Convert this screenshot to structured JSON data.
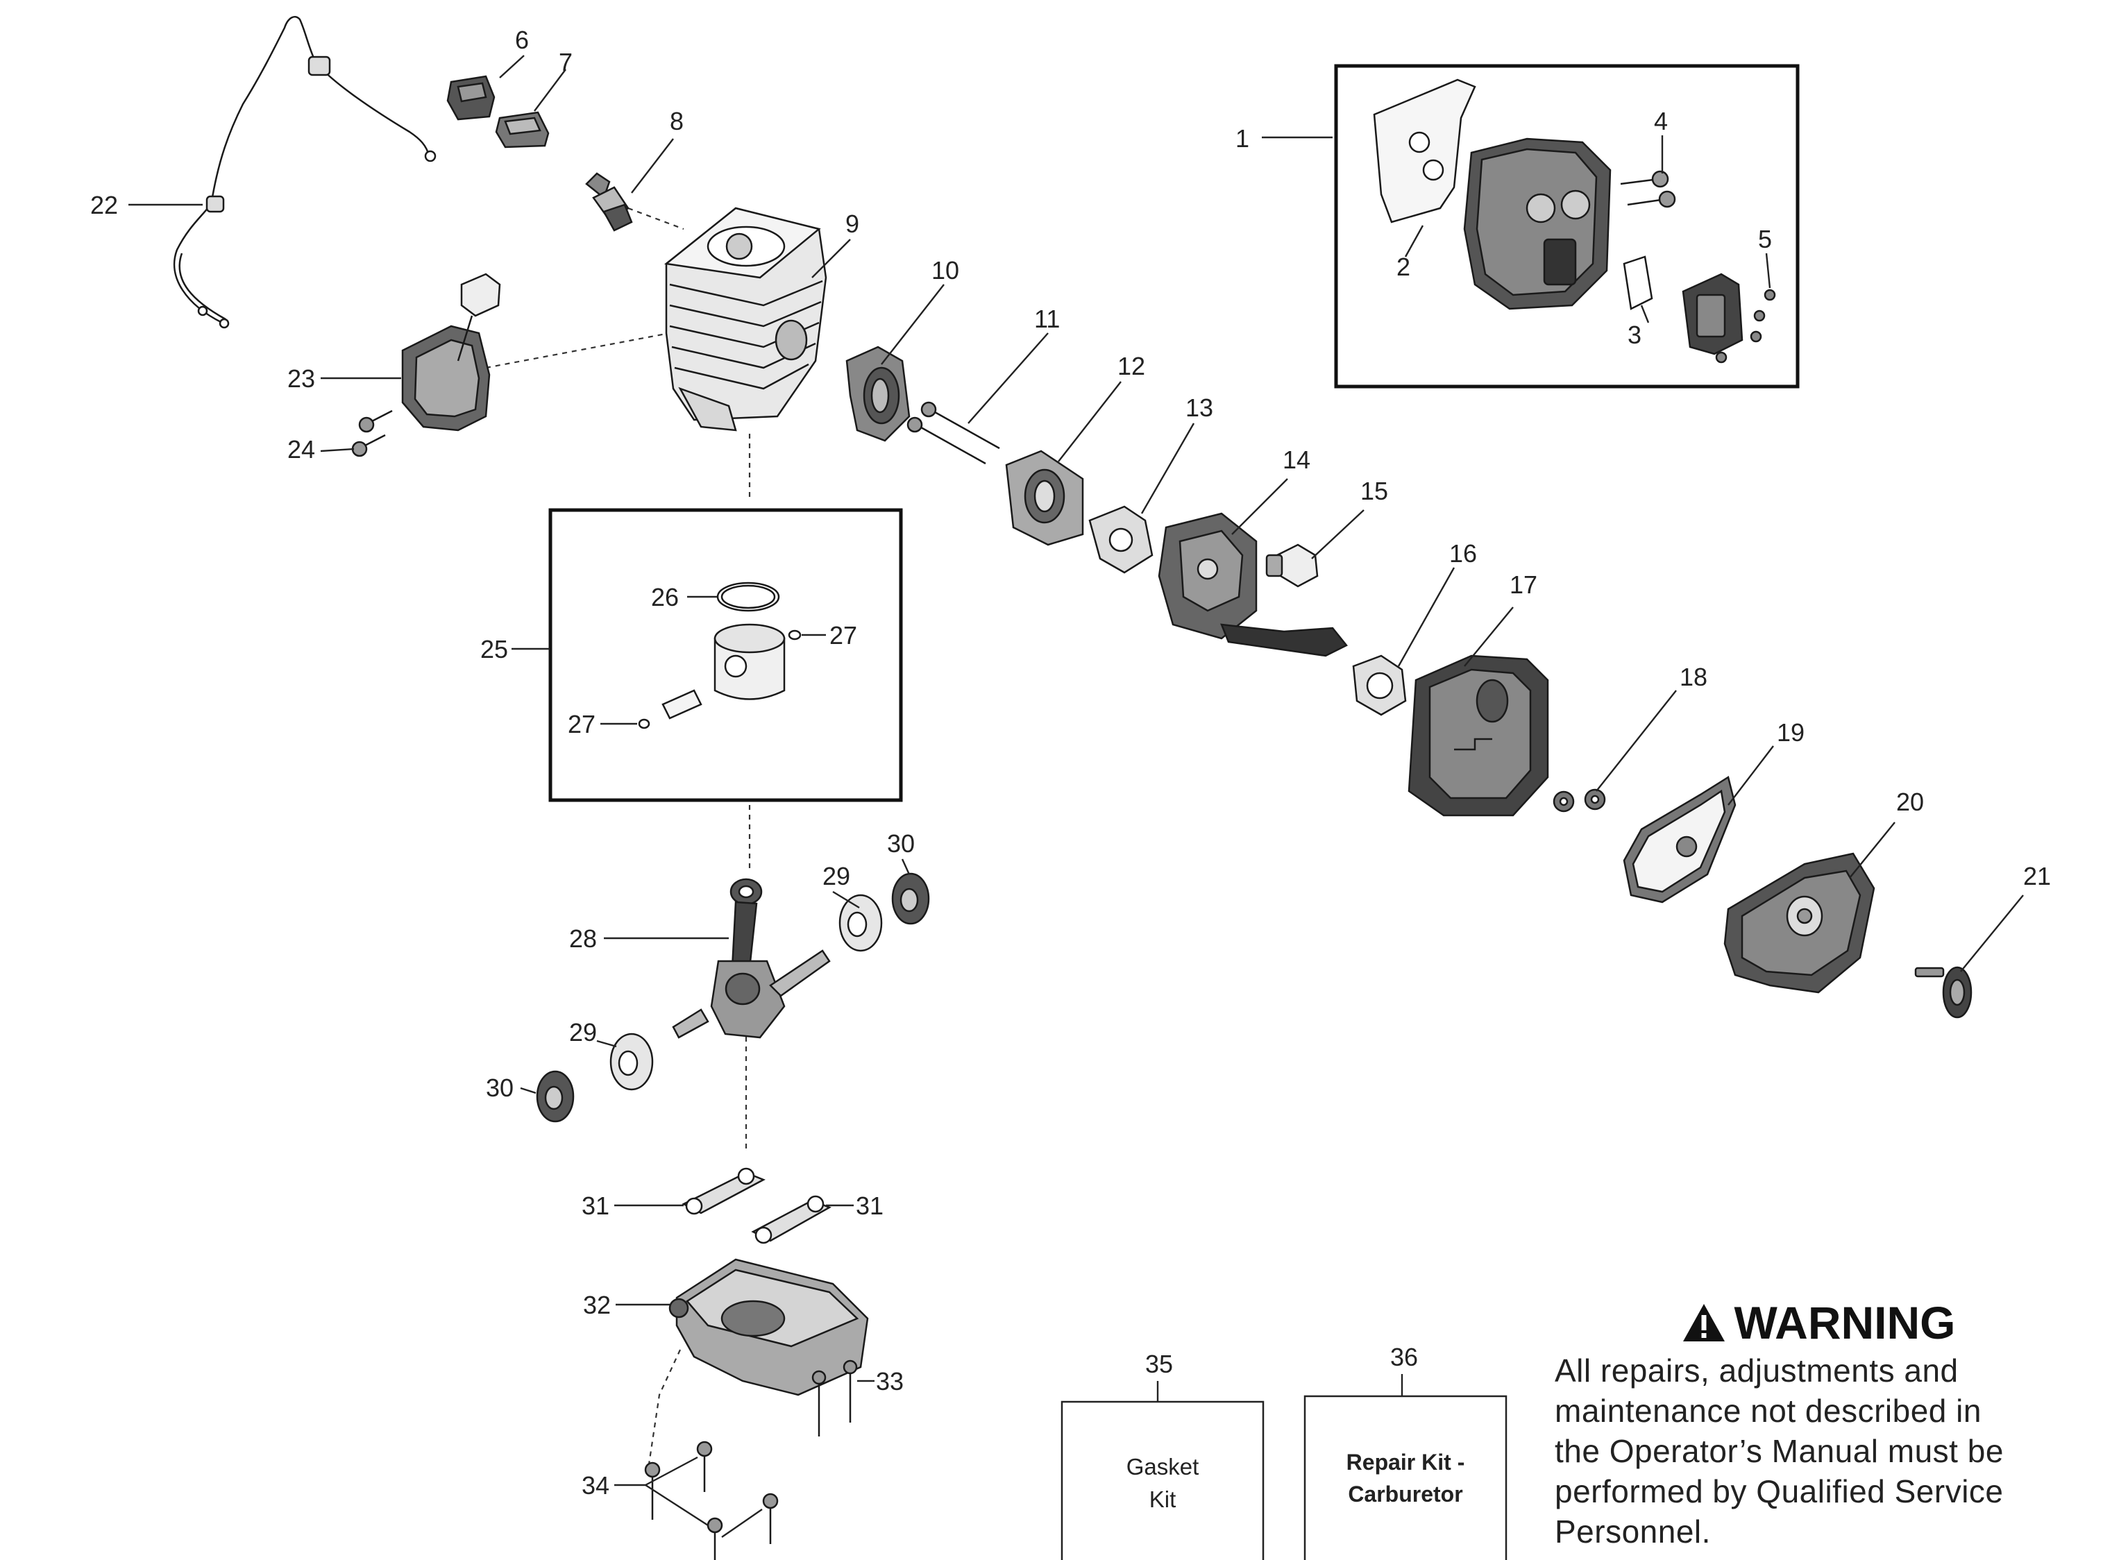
{
  "callouts": {
    "c1": "1",
    "c2": "2",
    "c3": "3",
    "c4": "4",
    "c5": "5",
    "c6": "6",
    "c7": "7",
    "c8": "8",
    "c9": "9",
    "c10": "10",
    "c11": "11",
    "c12": "12",
    "c13": "13",
    "c14": "14",
    "c15": "15",
    "c16": "16",
    "c17": "17",
    "c18": "18",
    "c19": "19",
    "c20": "20",
    "c21": "21",
    "c22": "22",
    "c23": "23",
    "c24": "24",
    "c25": "25",
    "c26": "26",
    "c27a": "27",
    "c27b": "27",
    "c28": "28",
    "c29a": "29",
    "c29b": "29",
    "c30a": "30",
    "c30b": "30",
    "c31a": "31",
    "c31b": "31",
    "c32": "32",
    "c33": "33",
    "c34": "34",
    "c35": "35",
    "c36": "36"
  },
  "kits": {
    "gasket": {
      "line1": "Gasket",
      "line2": "Kit"
    },
    "carburetor": {
      "line1": "Repair Kit -",
      "line2": "Carburetor"
    }
  },
  "warning": {
    "title": "WARNING",
    "line1": "All repairs, adjustments and",
    "line2": "maintenance not described in",
    "line3": "the Operator’s Manual must be",
    "line4": "performed by Qualified Service",
    "line5": "Personnel."
  },
  "icons": {
    "warning": "warning-triangle-icon"
  }
}
